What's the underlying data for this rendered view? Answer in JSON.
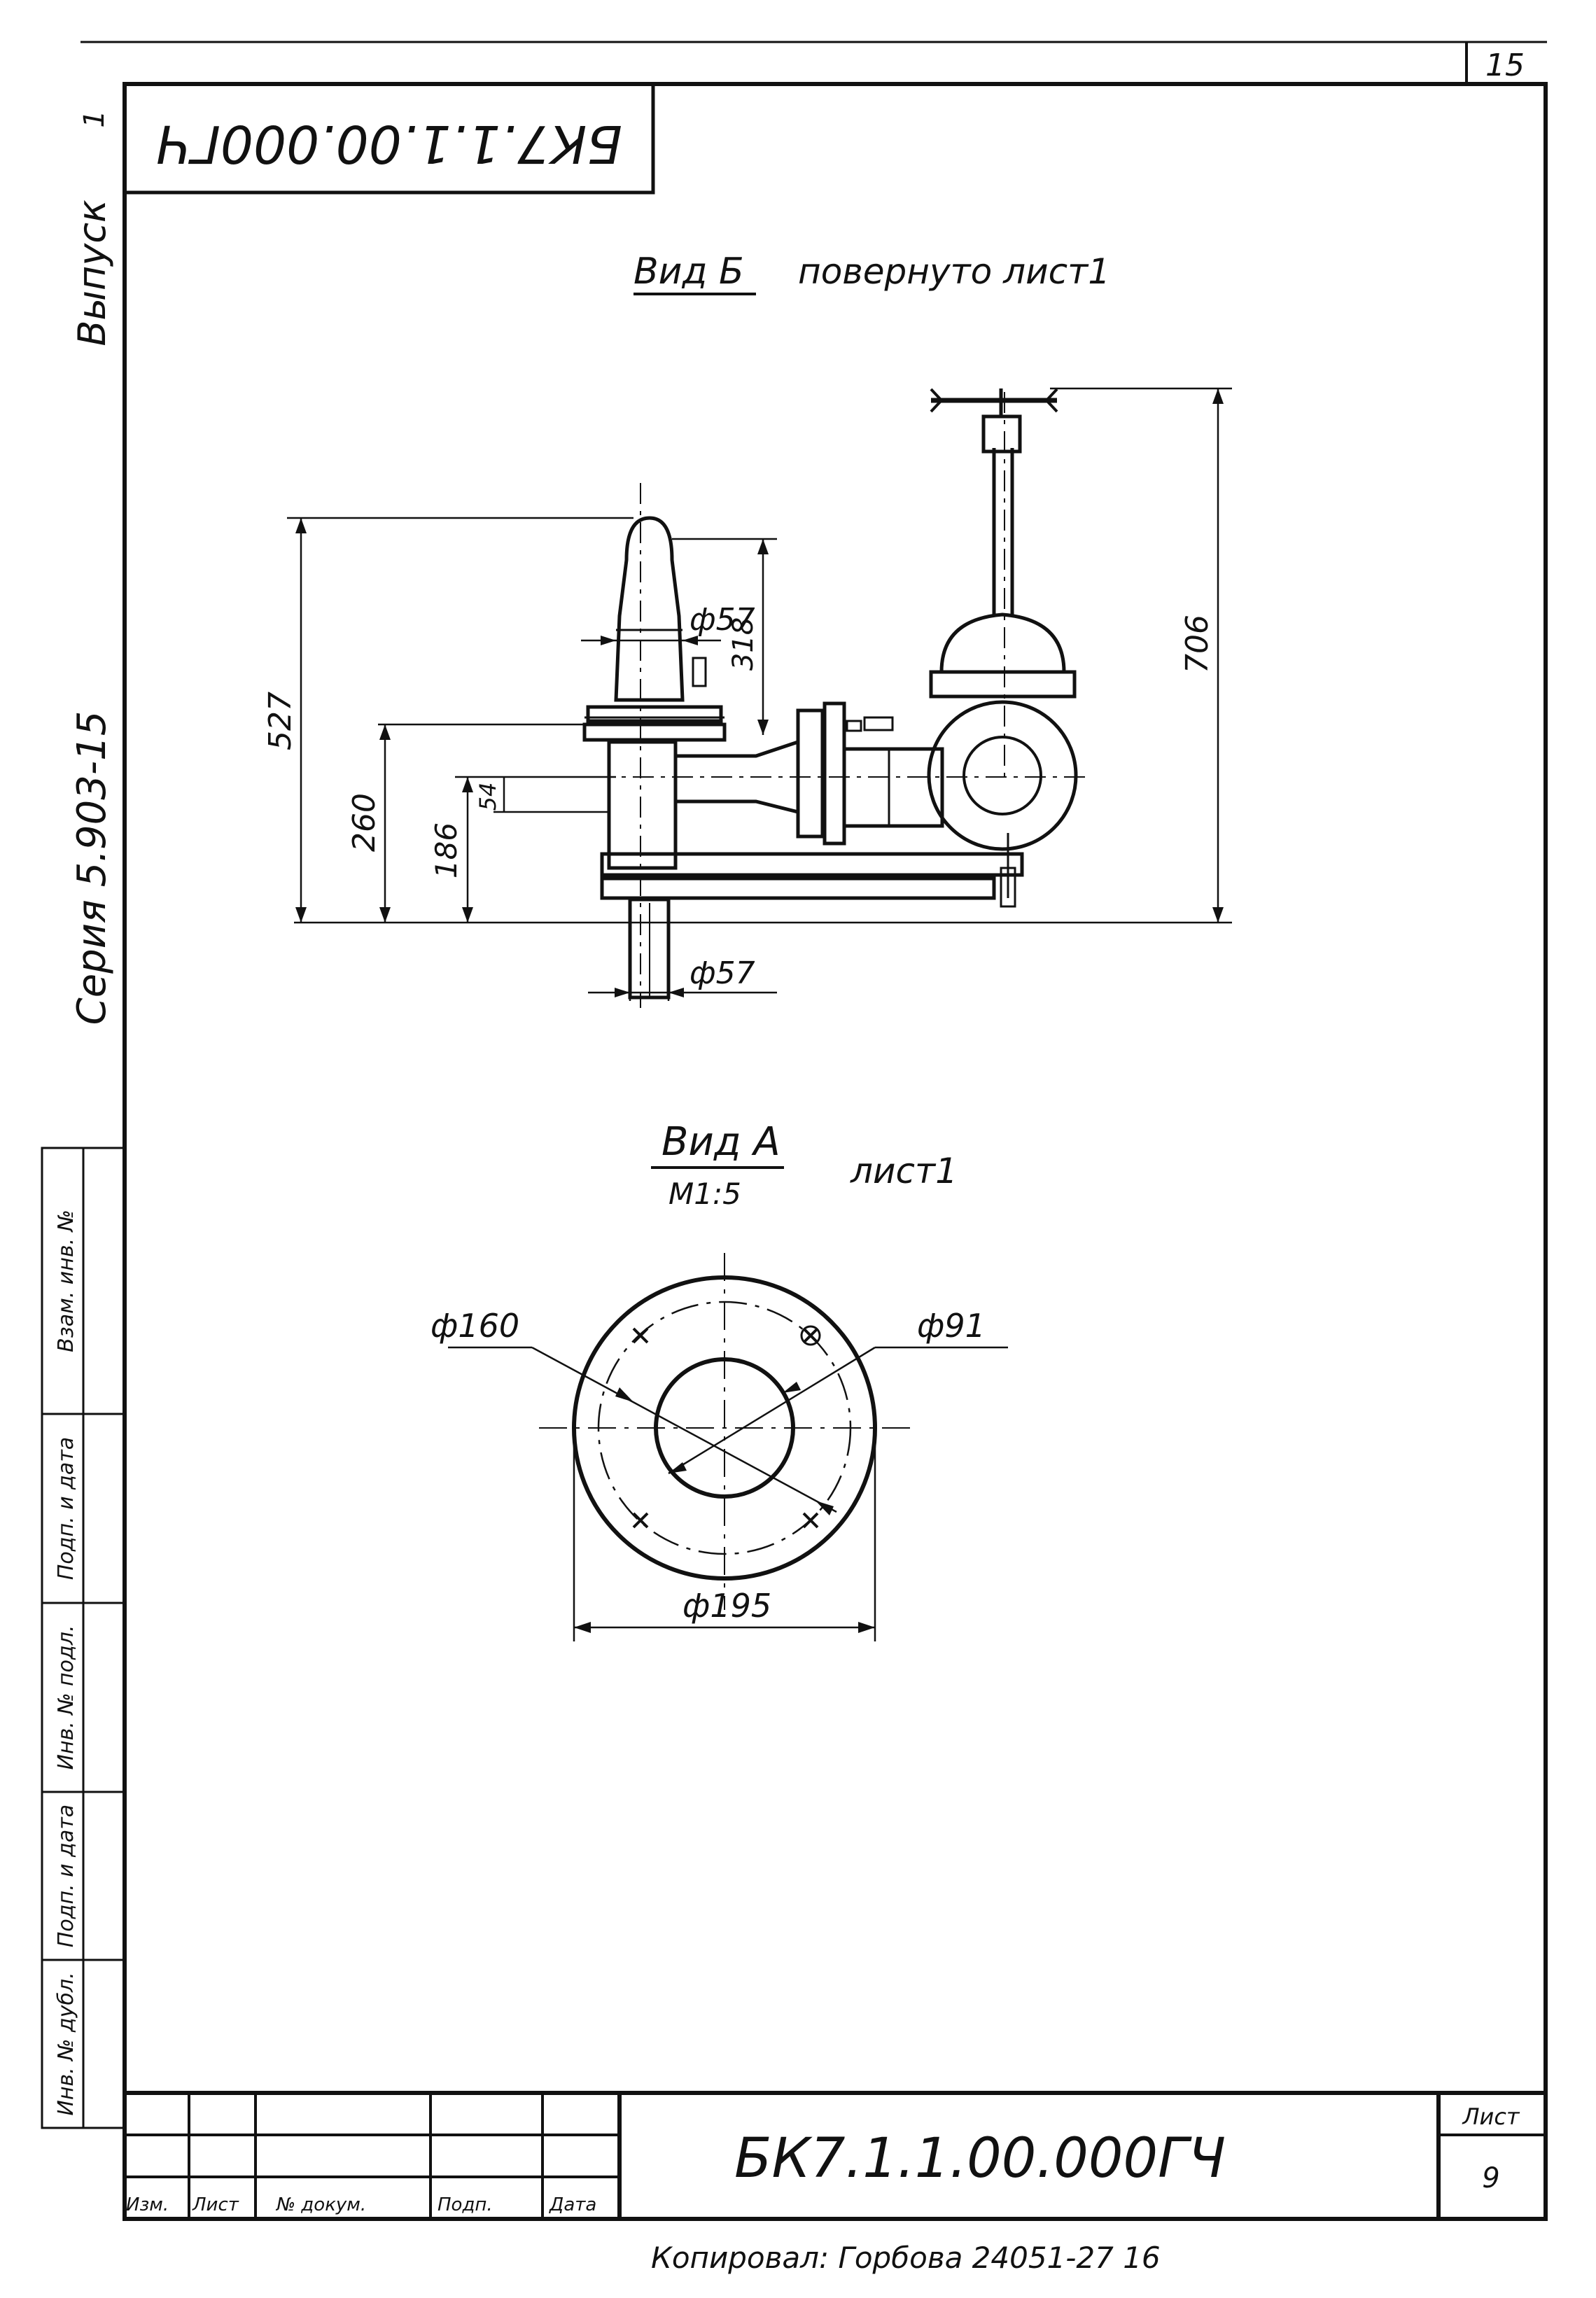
{
  "sheet": {
    "page_number_top": "15",
    "side_release": "Выпуск",
    "side_release_num": "1",
    "side_series": "Серия 5.903-15",
    "top_stamp_code": "БК7.1.1.00.000ГЧ",
    "bottom_stamp_code": "БК7.1.1.00.000ГЧ",
    "sheet_label": "Лист",
    "sheet_number": "9",
    "title_block_cols": [
      "Изм.",
      "Лист",
      "№ докум.",
      "Подп.",
      "Дата"
    ],
    "side_strip_cells": [
      "Взам. инв. №",
      "Подп. и дата",
      "Инв. № подл.",
      "Подп. и дата",
      "Инв. № дубл."
    ],
    "footer_note": "Копировал: Горбова 24051-27  16"
  },
  "view_b": {
    "title": "Вид Б",
    "subtitle": "повернуто   лист1",
    "dims": {
      "h527": "527",
      "h260": "260",
      "h186": "186",
      "h54": "54",
      "h318": "318",
      "h706": "706",
      "d57_top": "ф57",
      "d57_bottom": "ф57"
    }
  },
  "view_a": {
    "title": "Вид А",
    "scale": "М1:5",
    "subtitle": "лист1",
    "dims": {
      "d160": "ф160",
      "d91": "ф91",
      "d195": "ф195"
    }
  }
}
